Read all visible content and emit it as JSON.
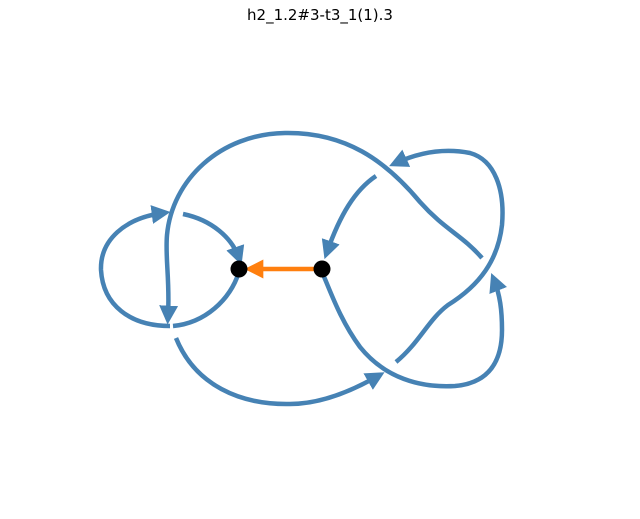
{
  "title": "h2_1.2#3-t3_1(1).3",
  "colors": {
    "strand": "#4682b4",
    "arrow": "#ff7f0e",
    "node": "#000000",
    "background": "#ffffff"
  },
  "diagram": {
    "type": "knot-diagram",
    "strand_count": 8,
    "node_count": 2,
    "highlighted_edge": "orange arrow from right node to left node"
  }
}
